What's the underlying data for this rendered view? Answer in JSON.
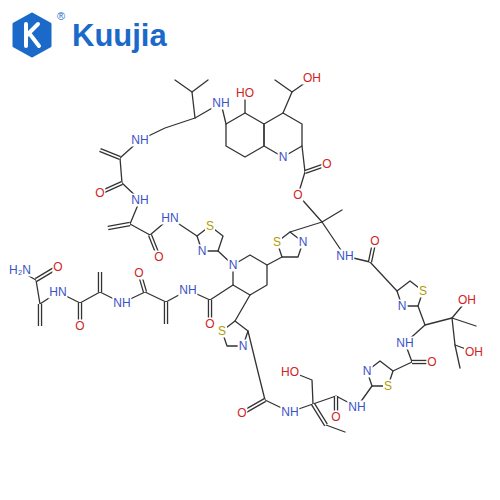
{
  "diagram": {
    "labels": [
      "Kuujia",
      "®",
      "NH",
      "HO",
      "OH",
      "N",
      "NH",
      "O",
      "O",
      "O",
      "NH",
      "S",
      "S",
      "O",
      "HN",
      "N",
      "N",
      "O",
      "NH",
      "N",
      "NH",
      "O",
      "O",
      "NH",
      "H₂N",
      "HN",
      "O",
      "O",
      "S",
      "OH",
      "N",
      "S",
      "N",
      "N",
      "NH",
      "S",
      "O",
      "HO",
      "O",
      "NH",
      "O",
      "NH",
      "OH"
    ]
  }
}
